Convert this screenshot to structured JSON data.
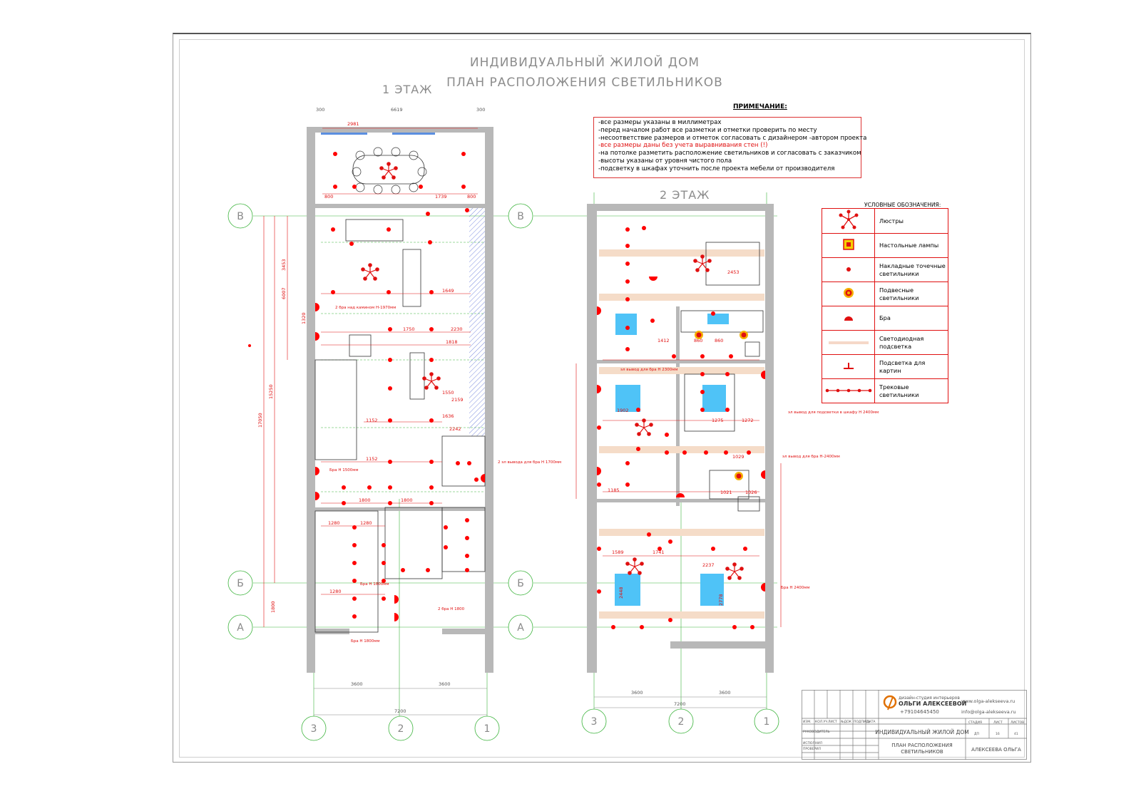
{
  "sheet": {
    "title_line1": "ИНДИВИДУАЛЬНЫЙ ЖИЛОЙ ДОМ",
    "title_line2": "ПЛАН РАСПОЛОЖЕНИЯ СВЕТИЛЬНИКОВ",
    "floor1_label": "1 ЭТАЖ",
    "floor2_label": "2 ЭТАЖ"
  },
  "notes": {
    "heading": "ПРИМЕЧАНИЕ:",
    "items": [
      {
        "text": "-все размеры указаны в миллиметрах",
        "color": "#000000"
      },
      {
        "text": "-перед началом работ все разметки и отметки проверить по месту",
        "color": "#000000"
      },
      {
        "text": "-несоответствие размеров и отметок согласовать с дизайнером -автором проекта",
        "color": "#000000"
      },
      {
        "text": "-все размеры даны без учета выравнивания стен (!)",
        "color": "#e01010"
      },
      {
        "text": "-на потолке разметить расположение светильников и согласовать с заказчиком",
        "color": "#000000"
      },
      {
        "text": "-высоты указаны от уровня чистого пола",
        "color": "#000000"
      },
      {
        "text": "-подсветку в шкафах уточнить после проекта мебели от производителя",
        "color": "#000000"
      }
    ]
  },
  "legend": {
    "title": "УСЛОВНЫЕ ОБОЗНАЧЕНИЯ:",
    "items": [
      {
        "label_line1": "Люстры",
        "label_line2": "",
        "icon": "chandelier-icon"
      },
      {
        "label_line1": "Настольные лампы",
        "label_line2": "",
        "icon": "table-lamp-icon"
      },
      {
        "label_line1": "Накладные точечные",
        "label_line2": "светильники",
        "icon": "spotlight-icon"
      },
      {
        "label_line1": "Подвесные",
        "label_line2": "светильники",
        "icon": "pendant-icon"
      },
      {
        "label_line1": "Бра",
        "label_line2": "",
        "icon": "sconce-icon"
      },
      {
        "label_line1": "Светодиодная",
        "label_line2": "подсветка",
        "icon": "led-strip-icon"
      },
      {
        "label_line1": "Подсветка для",
        "label_line2": "картин",
        "icon": "picture-light-icon"
      },
      {
        "label_line1": "Трековые светильники",
        "label_line2": "",
        "icon": "track-light-icon"
      }
    ]
  },
  "plan1": {
    "axes_rows": [
      "В",
      "Б",
      "А"
    ],
    "axes_cols": [
      "3",
      "2",
      "1"
    ],
    "dims_bottom": [
      "3600",
      "3600",
      "7200"
    ],
    "dims_top": [
      "300",
      "6619",
      "300"
    ],
    "dims_left": [
      "17050",
      "15250",
      "6007",
      "1800"
    ],
    "top_dims": [
      "2981",
      "800",
      "1739",
      "800"
    ],
    "room_dims": [
      "1649",
      "2230",
      "1818",
      "1750",
      "1550",
      "2159",
      "1636",
      "2242",
      "1152",
      "1152",
      "1800",
      "1800",
      "1280",
      "1280",
      "1280",
      "3453",
      "1320"
    ],
    "labels": [
      "2 бра над камином H-1970мм",
      "Бра H 1500мм",
      "2 бра H 1800",
      "Бра H 1800мм",
      "Бра H 1800мм",
      "2 эл вывода для бра H 1700мм"
    ]
  },
  "plan2": {
    "axes_rows": [
      "В",
      "Б",
      "А"
    ],
    "axes_cols": [
      "3",
      "2",
      "1"
    ],
    "dims_bottom": [
      "3600",
      "3600",
      "7200"
    ],
    "room_dims": [
      "2453",
      "1412",
      "860",
      "860",
      "1275",
      "1272",
      "1029",
      "1185",
      "1021",
      "1026",
      "1589",
      "1741",
      "2237",
      "2448",
      "2778",
      "1902"
    ],
    "labels": [
      "эл вывод для бра H 2300мм",
      "эл вывод для бра H-2400мм",
      "Бра H 2400мм",
      "эл вывод для подсветки в шкафу H 2400мм"
    ]
  },
  "title_block": {
    "studio_line1": "дизайн-студия интерьеров",
    "studio_line2": "ОЛЬГИ АЛЕКСЕЕВОЙ",
    "phone": "+79104645450",
    "website": "www.olga-alekseeva.ru",
    "email": "info@olga-alekseeva.ru",
    "project": "ИНДИВИДУАЛЬНЫЙ ЖИЛОЙ ДОМ",
    "drawing_line1": "ПЛАН РАСПОЛОЖЕНИЯ",
    "drawing_line2": "СВЕТИЛЬНИКОВ",
    "author": "АЛЕКСЕЕВА ОЛЬГА",
    "stage_head": "СТАДИЯ",
    "sheet_head": "ЛИСТ",
    "sheets_head": "ЛИСТОВ",
    "stage": "ДП",
    "sheet": "16",
    "sheets": "41",
    "col_heads": [
      "ИЗМ.",
      "КОЛ.УЧ.",
      "ЛИСТ",
      "№ДОК",
      "ПОДПИСЬ",
      "ДАТА"
    ],
    "row_heads": [
      "РУКОВОДИТЕЛЬ",
      "ИСПОЛНИЛ",
      "ПРОВЕРИЛ"
    ]
  },
  "colors": {
    "accent": "#e01010",
    "line": "#333333",
    "axis": "#3bb33b",
    "fixture": "#ff0000",
    "bathtub": "#4fc3f7"
  }
}
